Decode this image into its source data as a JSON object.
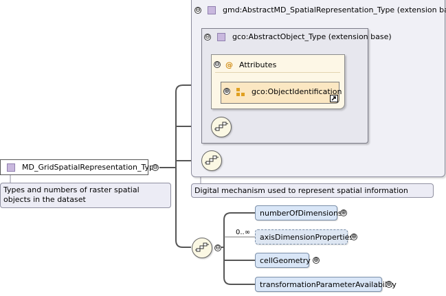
{
  "root": {
    "name": "MD_GridSpatialRepresentation_Type",
    "description": "Types and numbers of raster spatial objects in the dataset"
  },
  "extension_outer": {
    "label": "gmd:AbstractMD_SpatialRepresentation_Type (extension base)",
    "description": "Digital mechanism used to represent spatial information"
  },
  "extension_inner": {
    "label": "gco:AbstractObject_Type (extension base)"
  },
  "attributes": {
    "label": "Attributes",
    "item": "gco:ObjectIdentification"
  },
  "elements": [
    {
      "name": "numberOfDimensions",
      "cardinality": ""
    },
    {
      "name": "axisDimensionProperties",
      "cardinality": "0..∞"
    },
    {
      "name": "cellGeometry",
      "cardinality": ""
    },
    {
      "name": "transformationParameterAvailability",
      "cardinality": ""
    }
  ],
  "symbols": {
    "collapse": "⊖",
    "expand": "⊕",
    "attribute_marker": "@"
  }
}
